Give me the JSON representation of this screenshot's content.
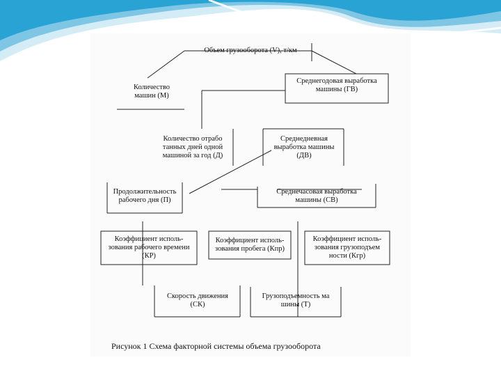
{
  "diagram": {
    "nodes": {
      "cargo_volume": "Объем грузооборота (V), т/км",
      "vehicle_count": "Количество\nмашин (М)",
      "annual_output": "Среднегодовая выработка\nмашины (ГВ)",
      "working_days": "Количество отрабо\nтанных дней одной\nмашиной за год (Д)",
      "daily_output": "Среднедневная\nвыработка машины\n(ДВ)",
      "workday_length": "Продолжительность\nрабочего дня (П)",
      "hourly_output": "Среднечасовая выработка\nмашины (СВ)",
      "worktime_coef": "Коэффициент исполь-\nзования рабочего времени\n(КР)",
      "mileage_coef": "Коэффициент исполь-\nзования пробега (Кпр)",
      "capacity_coef": "Коэффициент исполь-\nзования грузоподъем\nности (Кгр)",
      "speed": "Скорость движения\n(СК)",
      "load_capacity": "Грузоподъемность ма\nшины (Т)"
    },
    "caption": "Рисунок 1    Схема факторной системы объема грузооборота"
  },
  "colors": {
    "wave_light": "#d4ecf5",
    "wave_mid": "#7fc6e4",
    "wave_dark": "#29a3d3",
    "line": "#222222"
  }
}
